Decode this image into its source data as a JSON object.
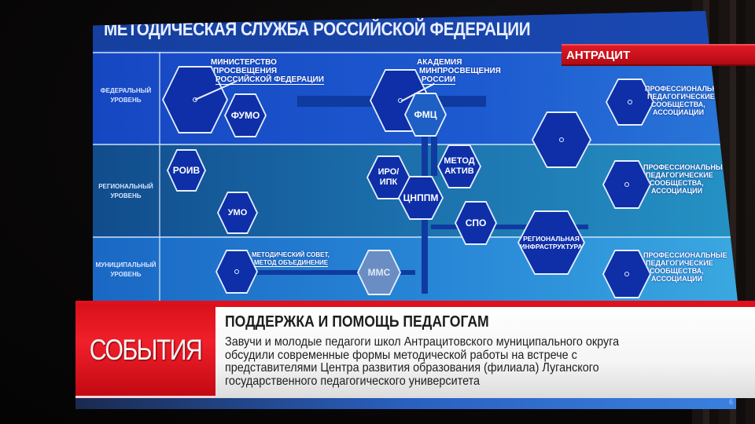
{
  "broadcast": {
    "location_tag": "АНТРАЦИТ",
    "program_name": "СОБЫТИЯ",
    "headline": "ПОДДЕРЖКА И ПОМОЩЬ ПЕДАГОГАМ",
    "body_lines": [
      "Завучи и молодые педагоги школ Антрацитовского муниципального округа",
      "обсудили современные формы методической работы на встрече с",
      "представителями Центра развития образования (филиала) Луганского",
      "государственного педагогического университета"
    ],
    "colors": {
      "brand_red": "#e0101c",
      "slide_blue": "#1746b8",
      "hex_fill": "#0e2fa8"
    }
  },
  "slide": {
    "title": "МЕТОДИЧЕСКАЯ СЛУЖБА РОССИЙСКОЙ ФЕДЕРАЦИИ",
    "page_number": "6",
    "levels": [
      {
        "label_line1": "ФЕДЕРАЛЬНЫЙ",
        "label_line2": "УРОВЕНЬ"
      },
      {
        "label_line1": "РЕГИОНАЛЬНЫЙ",
        "label_line2": "УРОВЕНЬ"
      },
      {
        "label_line1": "МУНИЦИПАЛЬНЫЙ",
        "label_line2": "УРОВЕНЬ"
      }
    ],
    "nodes": {
      "fumo": "ФУМО",
      "fmc": "ФМЦ",
      "roiv": "РОИВ",
      "umo": "УМО",
      "iro_line1": "ИРО/",
      "iro_line2": "ИПК",
      "method_line1": "МЕТОД",
      "method_line2": "АКТИВ",
      "cnppm": "ЦНППМ",
      "spo": "СПО",
      "region_infra_line1": "РЕГИОНАЛЬНАЯ",
      "region_infra_line2": "ИНФРАСТРУКТУРА",
      "mms": "ММС"
    },
    "callouts": {
      "ministry": [
        "МИНИСТЕРСТВО",
        "ПРОСВЕЩЕНИЯ",
        "РОССИЙСКОЙ ФЕДЕРАЦИИ"
      ],
      "academy": [
        "АКАДЕМИЯ",
        "МИНПРОСВЕЩЕНИЯ",
        "РОССИИ"
      ],
      "prof_fed": [
        "ПРОФЕССИОНАЛЬНЫЕ",
        "ПЕДАГОГИЧЕСКИЕ",
        "СООБЩЕСТВА,",
        "АССОЦИАЦИИ"
      ],
      "prof_reg": [
        "ПРОФЕССИОНАЛЬНЫЕ",
        "ПЕДАГОГИЧЕСКИЕ",
        "СООБЩЕСТВА,",
        "АССОЦИАЦИИ"
      ],
      "prof_mun": [
        "ПРОФЕССИОНАЛЬНЫЕ",
        "ПЕДАГОГИЧЕСКИЕ",
        "СООБЩЕСТВА,",
        "АССОЦИАЦИИ"
      ],
      "method_council": [
        "МЕТОДИЧЕСКИЙ СОВЕТ,",
        "МЕТОД ОБЪЕДИНЕНИЕ"
      ]
    }
  }
}
